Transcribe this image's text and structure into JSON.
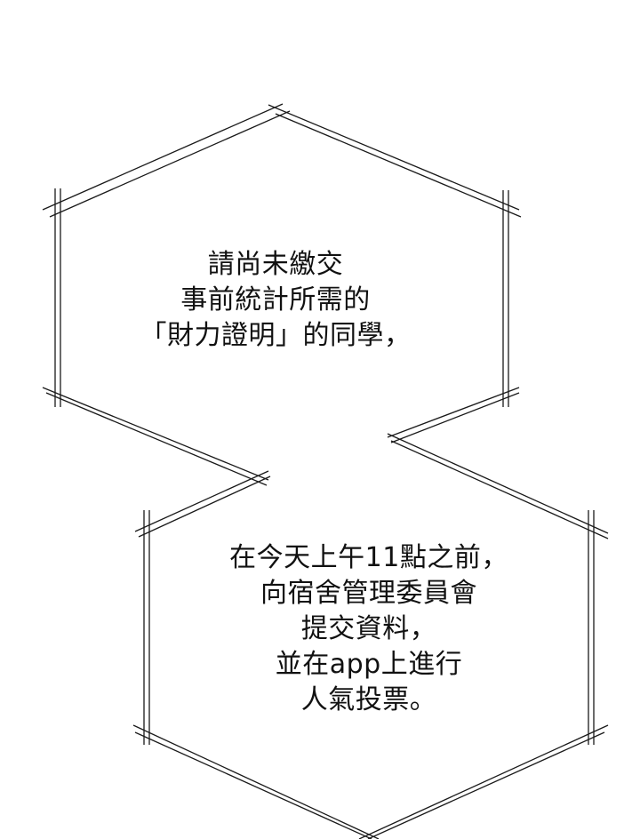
{
  "colors": {
    "background": "#ffffff",
    "outline": "#1a1a1a",
    "text": "#111111"
  },
  "bubbles": [
    {
      "shape": "hexagon-outline",
      "lines": [
        "請尚未繳交",
        "事前統計所需的",
        "「財力證明」的同學，"
      ]
    },
    {
      "shape": "hexagon-outline",
      "lines": [
        "在今天上午11點之前，",
        "向宿舍管理委員會",
        "提交資料，",
        "並在app上進行",
        "人氣投票。"
      ]
    }
  ]
}
